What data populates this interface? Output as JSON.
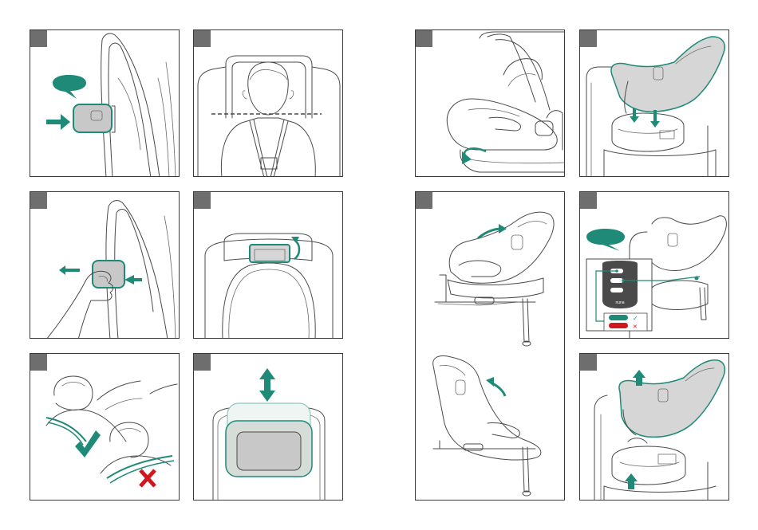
{
  "colors": {
    "accent": "#1f8a78",
    "error": "#d0161f",
    "badge": "#6e6e6e",
    "line": "#4a4a4a",
    "fill": "#d6d6d6"
  },
  "panels": [
    {
      "id": "panel-1",
      "badge_label": "",
      "depicts": "side-release-button"
    },
    {
      "id": "panel-2",
      "badge_label": "",
      "depicts": "headrest-shoulder-height"
    },
    {
      "id": "panel-3",
      "badge_label": "",
      "depicts": "pull-side-button"
    },
    {
      "id": "panel-4",
      "badge_label": "",
      "depicts": "headrest-handle"
    },
    {
      "id": "panel-5",
      "badge_label": "",
      "depicts": "harness-check"
    },
    {
      "id": "panel-6",
      "badge_label": "",
      "depicts": "headrest-adjust-up-down"
    },
    {
      "id": "panel-7",
      "badge_label": "",
      "depicts": "seat-rotation-lever"
    },
    {
      "id": "panel-8",
      "badge_label": "",
      "depicts": "seat-on-base"
    },
    {
      "id": "panel-9",
      "badge_label": "",
      "depicts": "recline-positions"
    },
    {
      "id": "panel-10",
      "badge_label": "",
      "depicts": "indicator-check"
    },
    {
      "id": "panel-11",
      "badge_label": "",
      "depicts": "lift-seat-off-base"
    }
  ],
  "icons": [
    "speech-bubble-icon",
    "arrow-icon",
    "curved-arrow-icon",
    "double-arrow-icon",
    "check-icon",
    "cross-icon"
  ],
  "indicator_key": {
    "ok_symbol": "✓",
    "error_symbol": "✕",
    "device_text": "nuna"
  }
}
